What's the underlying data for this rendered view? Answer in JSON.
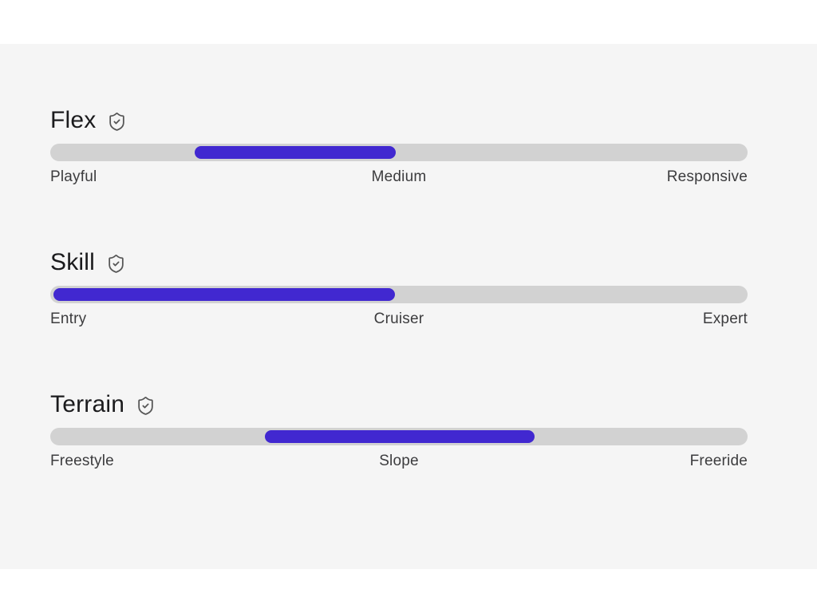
{
  "colors": {
    "accent": "#4128d0",
    "track": "#d2d2d2",
    "panel_bg": "#f5f5f5",
    "title_text": "#1b1b1d",
    "label_text": "#3c3c3e",
    "icon_stroke": "#565656"
  },
  "specs": [
    {
      "title": "Flex",
      "icon": "shield-check-icon",
      "labels": [
        "Playful",
        "Medium",
        "Responsive"
      ],
      "fill": {
        "left_pct": 20.4,
        "width_pct": 29.1
      }
    },
    {
      "title": "Skill",
      "icon": "shield-check-icon",
      "labels": [
        "Entry",
        "Cruiser",
        "Expert"
      ],
      "fill": {
        "left_pct": 0,
        "width_pct": 49.4
      }
    },
    {
      "title": "Terrain",
      "icon": "shield-check-icon",
      "labels": [
        "Freestyle",
        "Slope",
        "Freeride"
      ],
      "fill": {
        "left_pct": 30.6,
        "width_pct": 39.0
      }
    }
  ]
}
